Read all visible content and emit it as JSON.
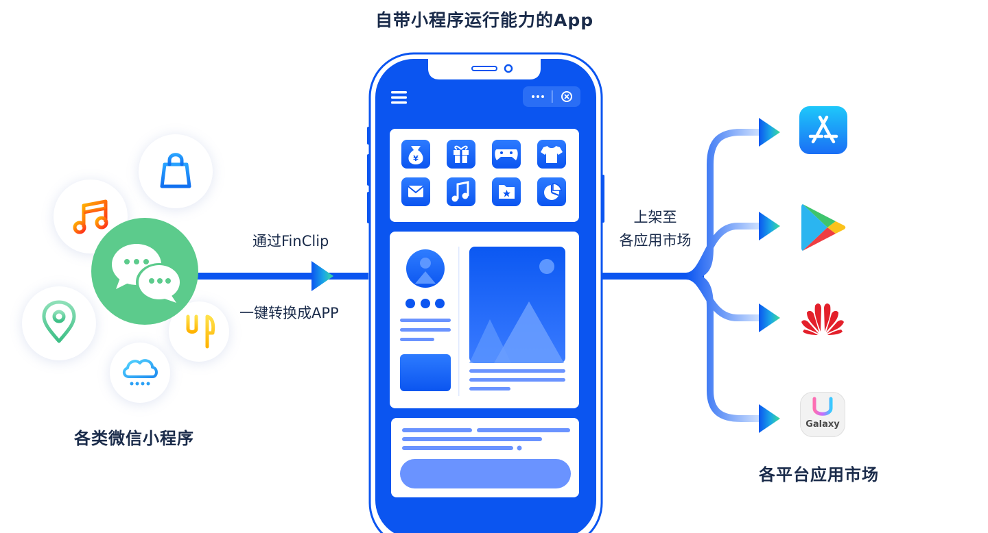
{
  "header": {
    "title": "自带小程序运行能力的App"
  },
  "source": {
    "title": "各类微信小程序"
  },
  "conversion": {
    "line1": "通过FinClip",
    "line2": "一键转换成APP"
  },
  "publish": {
    "line1": "上架至",
    "line2": "各应用市场"
  },
  "markets": {
    "title": "各平台应用市场",
    "galaxy_label": "Galaxy"
  },
  "colors": {
    "primary_blue": "#0b55f0",
    "wechat_green": "#5ccb8c",
    "text_dark": "#1a2b4a",
    "arrow_green": "#3ddc97"
  },
  "icons": {
    "mini_programs": [
      "shopping-bag-icon",
      "music-note-icon",
      "wechat-icon",
      "location-pin-icon",
      "cutlery-icon",
      "rain-cloud-icon"
    ],
    "phone_grid": [
      "money-bag-icon",
      "gift-icon",
      "gamepad-icon",
      "tshirt-icon",
      "mail-icon",
      "music-icon",
      "star-folder-icon",
      "pie-chart-icon"
    ],
    "stores": [
      "app-store-icon",
      "google-play-icon",
      "huawei-icon",
      "galaxy-store-icon"
    ]
  }
}
